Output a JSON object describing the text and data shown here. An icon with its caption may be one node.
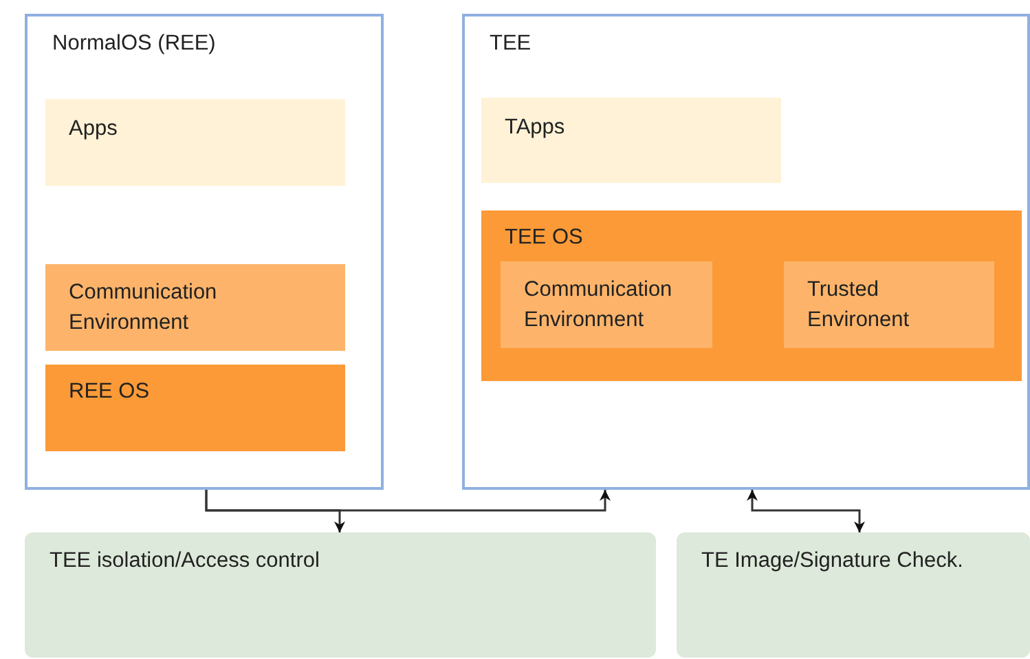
{
  "diagram": {
    "nodes": [
      {
        "text": [
          "NormalOS (REE)"
        ]
      },
      {
        "text": [
          "Apps"
        ],
        "in": 0
      },
      {
        "text": [
          "Communication Environment"
        ],
        "in": 0
      },
      {
        "text": [
          "REE OS"
        ],
        "in": 0
      },
      {
        "text": [
          "TEE"
        ]
      },
      {
        "text": [
          "TApps"
        ],
        "in": 4
      },
      {
        "text": [
          "TEE OS"
        ],
        "in": 4
      },
      {
        "text": [
          "Communication Environment"
        ],
        "in": 6
      },
      {
        "text": [
          "Trusted Environent"
        ],
        "in": 6
      },
      {
        "text": [
          "TEE isolation/Access control"
        ]
      },
      {
        "text": [
          "TE Image/Signature Check."
        ]
      }
    ],
    "edges": [
      {
        "from": 0,
        "to": 9,
        "arrow": "to"
      },
      {
        "from": 0,
        "to": 4,
        "arrow": "to"
      },
      {
        "from": 4,
        "to": 10,
        "arrow": "both"
      }
    ]
  }
}
